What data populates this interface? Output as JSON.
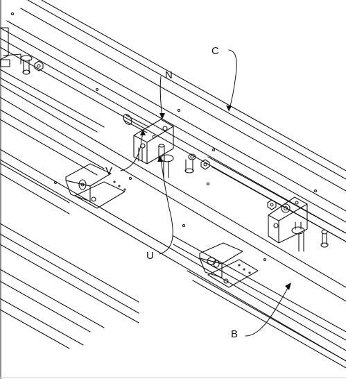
{
  "callouts": {
    "n": "N",
    "c": "C",
    "v": "V",
    "u": "U",
    "b": "B"
  },
  "colors": {
    "line": "#111111",
    "background": "#ffffff",
    "frame": "#d0d0d0"
  }
}
